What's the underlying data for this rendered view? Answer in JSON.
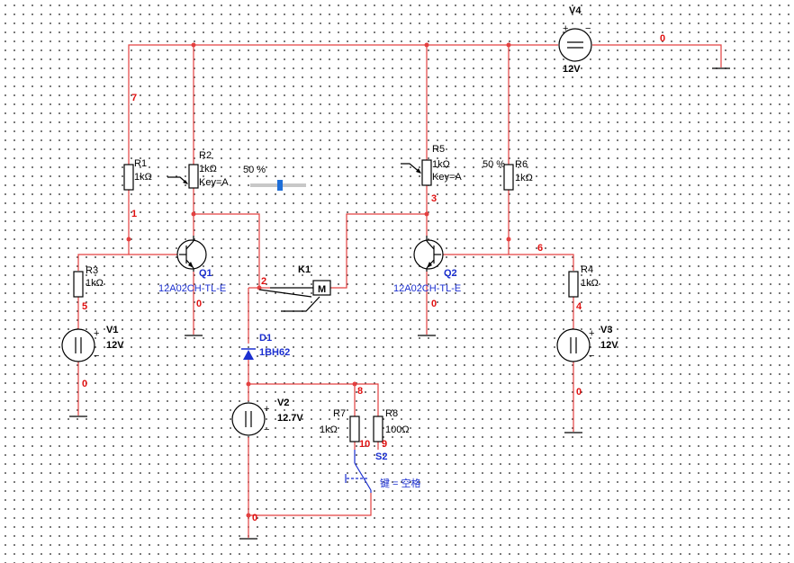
{
  "components": {
    "V4": {
      "name": "V4",
      "value": "12V"
    },
    "V1": {
      "name": "V1",
      "value": "12V"
    },
    "V2": {
      "name": "V2",
      "value": "12.7V"
    },
    "V3": {
      "name": "V3",
      "value": "12V"
    },
    "R1": {
      "name": "R1",
      "value": "1kΩ"
    },
    "R2": {
      "name": "R2",
      "value": "1kΩ",
      "key": "Key=A",
      "percent": "50 %"
    },
    "R3": {
      "name": "R3",
      "value": "1kΩ"
    },
    "R4": {
      "name": "R4",
      "value": "1kΩ"
    },
    "R5": {
      "name": "R5",
      "value": "1kΩ",
      "key": "Key=A"
    },
    "R6": {
      "name": "R6",
      "value": "1kΩ",
      "percent": "50 %"
    },
    "R7": {
      "name": "R7",
      "value": "1kΩ"
    },
    "R8": {
      "name": "R8",
      "value": "100Ω"
    },
    "Q1": {
      "name": "Q1",
      "model": "12A02CH-TL-E"
    },
    "Q2": {
      "name": "Q2",
      "model": "12A02CH-TL-E"
    },
    "K1": {
      "name": "K1",
      "coil": "M"
    },
    "D1": {
      "name": "D1",
      "model": "1BH62"
    },
    "S2": {
      "name": "S2",
      "key": "键 = 空格"
    }
  },
  "nets": {
    "n0_top": "0",
    "n7": "7",
    "n1": "1",
    "n5": "5",
    "n0_v1": "0",
    "n0_q1": "0",
    "n2": "2",
    "n3": "3",
    "n0_q2": "0",
    "n6": "6",
    "n4": "4",
    "n0_v3": "0",
    "n8": "8",
    "n10": "10",
    "n9": "9",
    "n0_bottom": "0"
  },
  "symbols": {
    "plus": "+",
    "minus": "−"
  },
  "colors": {
    "wire": "#e34040",
    "net_label": "#e01010",
    "component_blue": "#1b2fd0",
    "slider": "#1e6fd9"
  }
}
